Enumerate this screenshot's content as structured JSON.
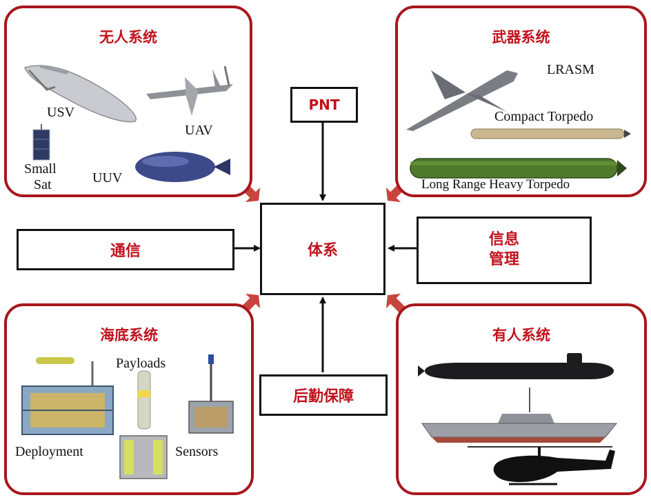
{
  "center": {
    "label": "体系"
  },
  "top_box": {
    "label": "PNT"
  },
  "left_box": {
    "label": "通信"
  },
  "right_box": {
    "line1": "信息",
    "line2": "管理"
  },
  "bottom_box": {
    "label": "后勤保障"
  },
  "panels": {
    "unmanned": {
      "title": "无人系统",
      "labels": {
        "usv": "USV",
        "uav": "UAV",
        "small": "Small",
        "sat": "Sat",
        "uuv": "UUV"
      }
    },
    "weapons": {
      "title": "武器系统",
      "labels": {
        "lrasm": "LRASM",
        "compact": "Compact Torpedo",
        "heavy": "Long Range Heavy Torpedo"
      }
    },
    "seabed": {
      "title": "海底系统",
      "labels": {
        "payloads": "Payloads",
        "deployment": "Deployment",
        "sensors": "Sensors"
      }
    },
    "manned": {
      "title": "有人系统"
    }
  },
  "colors": {
    "accent": "#c0121c",
    "panel_border": "#a8161d",
    "box_border": "#111111",
    "arrow_red": "#c8453f"
  },
  "icons": [
    "usv-icon",
    "uav-icon",
    "smallsat-icon",
    "uuv-icon",
    "lrasm-missile-icon",
    "compact-torpedo-icon",
    "heavy-torpedo-icon",
    "deployment-icon",
    "payloads-icon",
    "sensors-icon",
    "submarine-icon",
    "destroyer-icon",
    "helicopter-icon"
  ]
}
